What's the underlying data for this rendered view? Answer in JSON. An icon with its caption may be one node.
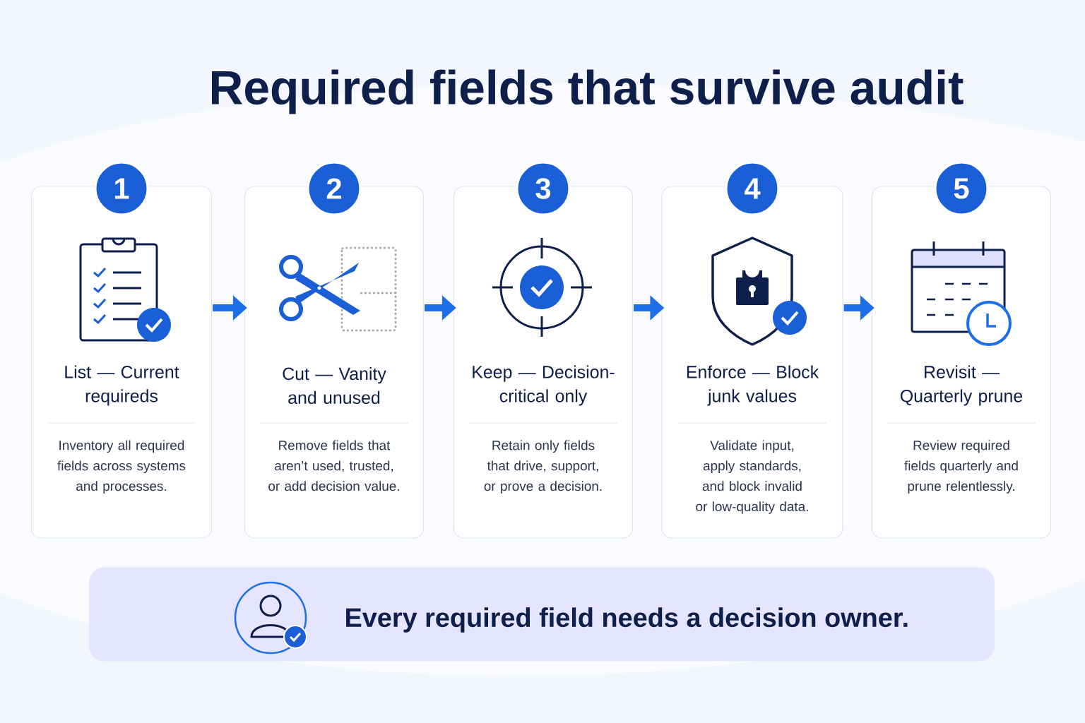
{
  "diagram": {
    "title": "Required fields that survive audit",
    "nodes": [
      {
        "text": [
          "1",
          "List — Current requireds",
          "Inventory all required fields across systems and processes."
        ]
      },
      {
        "text": [
          "2",
          "Cut — Vanity and unused",
          "Remove fields that aren’t used, trusted, or add decision value."
        ]
      },
      {
        "text": [
          "3",
          "Keep — Decision-critical only",
          "Retain only fields that drive, support, or prove a decision."
        ]
      },
      {
        "text": [
          "4",
          "Enforce — Block junk values",
          "Validate input, apply standards, and block invalid or low-quality data."
        ]
      },
      {
        "text": [
          "5",
          "Revisit — Quarterly prune",
          "Review required fields quarterly and prune relentlessly."
        ]
      },
      {
        "text": [
          "Every required field needs a decision owner."
        ]
      }
    ],
    "edges": [
      {
        "from": 0,
        "to": 1,
        "arrow": "to"
      },
      {
        "from": 1,
        "to": 2,
        "arrow": "to"
      },
      {
        "from": 2,
        "to": 3,
        "arrow": "to"
      },
      {
        "from": 3,
        "to": 4,
        "arrow": "to"
      }
    ]
  }
}
